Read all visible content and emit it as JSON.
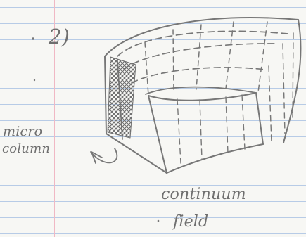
{
  "number_label": "2)",
  "micro_column_label_line1": "micro",
  "micro_column_label_line2": "column",
  "continuum_field_label_line1": "continuum",
  "continuum_field_label_line2": "field",
  "colors": {
    "paper": "#f7f7f4",
    "ruled_line": "#b7cbe6",
    "margin_line": "#f0b8c4",
    "pencil": "#777777"
  }
}
